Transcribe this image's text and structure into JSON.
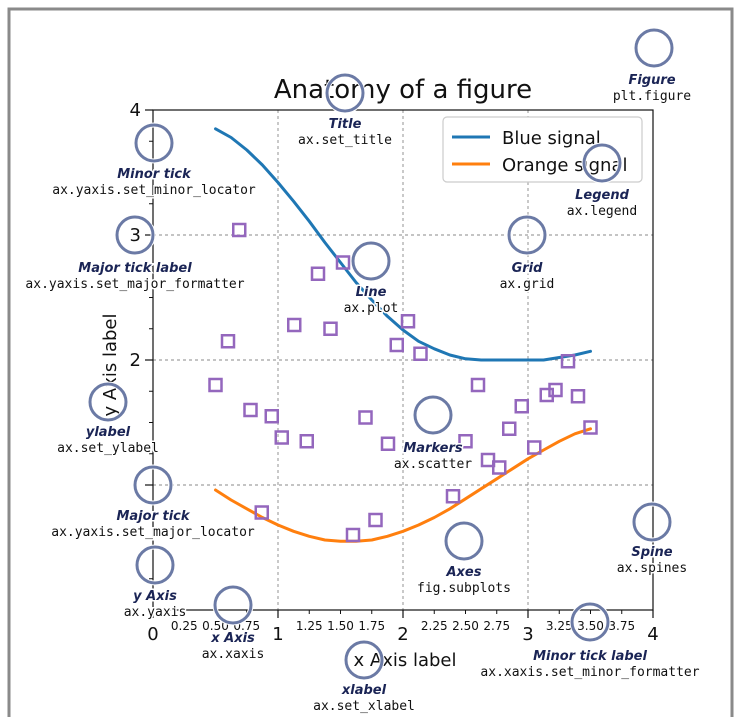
{
  "chart_data": {
    "type": "line",
    "title": "Anatomy of a figure",
    "xlabel": "x Axis label",
    "ylabel": "y Axis label",
    "xlim": [
      0,
      4
    ],
    "ylim": [
      0,
      4
    ],
    "grid": true,
    "legend_placement": "top-right",
    "major_ticks_x": [
      "0",
      "1",
      "2",
      "3",
      "4"
    ],
    "major_ticks_y": [
      "2",
      "3",
      "4"
    ],
    "minor_ticks_x": [
      "0.25",
      "0.50",
      "0.75",
      "1.25",
      "1.50",
      "1.75",
      "2.25",
      "2.50",
      "2.75",
      "3.25",
      "3.50",
      "3.75"
    ],
    "x": [
      0.5,
      0.625,
      0.75,
      0.875,
      1.0,
      1.125,
      1.25,
      1.375,
      1.5,
      1.625,
      1.75,
      1.875,
      2.0,
      2.125,
      2.25,
      2.375,
      2.5,
      2.625,
      2.75,
      2.875,
      3.0,
      3.125,
      3.25,
      3.375,
      3.5
    ],
    "series": [
      {
        "name": "Blue signal",
        "color": "#1f77b4",
        "values": [
          3.85,
          3.78,
          3.68,
          3.56,
          3.42,
          3.27,
          3.11,
          2.94,
          2.78,
          2.62,
          2.48,
          2.35,
          2.24,
          2.15,
          2.09,
          2.04,
          2.01,
          2.0,
          2.0,
          2.0,
          2.0,
          2.0,
          2.02,
          2.04,
          2.07
        ]
      },
      {
        "name": "Orange signal",
        "color": "#ff7f0e",
        "values": [
          0.96,
          0.88,
          0.81,
          0.74,
          0.68,
          0.63,
          0.59,
          0.56,
          0.55,
          0.55,
          0.56,
          0.59,
          0.63,
          0.68,
          0.74,
          0.81,
          0.89,
          0.97,
          1.05,
          1.13,
          1.21,
          1.28,
          1.35,
          1.41,
          1.45
        ]
      }
    ],
    "scatter": {
      "color": "#9467bd",
      "points": [
        [
          0.5,
          1.8
        ],
        [
          0.6,
          2.15
        ],
        [
          0.69,
          3.04
        ],
        [
          0.78,
          1.6
        ],
        [
          0.87,
          0.78
        ],
        [
          0.95,
          1.55
        ],
        [
          1.03,
          1.38
        ],
        [
          1.13,
          2.28
        ],
        [
          1.23,
          1.35
        ],
        [
          1.32,
          2.69
        ],
        [
          1.42,
          2.25
        ],
        [
          1.52,
          2.78
        ],
        [
          1.6,
          0.6
        ],
        [
          1.7,
          1.54
        ],
        [
          1.78,
          0.72
        ],
        [
          1.88,
          1.33
        ],
        [
          1.95,
          2.12
        ],
        [
          2.04,
          2.31
        ],
        [
          2.14,
          2.05
        ],
        [
          2.4,
          0.91
        ],
        [
          2.5,
          1.35
        ],
        [
          2.6,
          1.8
        ],
        [
          2.68,
          1.2
        ],
        [
          2.77,
          1.14
        ],
        [
          2.85,
          1.45
        ],
        [
          2.95,
          1.63
        ],
        [
          3.05,
          1.3
        ],
        [
          3.15,
          1.72
        ],
        [
          3.22,
          1.76
        ],
        [
          3.32,
          1.99
        ],
        [
          3.4,
          1.71
        ],
        [
          3.5,
          1.46
        ]
      ]
    }
  },
  "annotations": [
    {
      "key": "title",
      "label": "Title",
      "code": "ax.set_title"
    },
    {
      "key": "figure",
      "label": "Figure",
      "code": "plt.figure"
    },
    {
      "key": "legend",
      "label": "Legend",
      "code": "ax.legend"
    },
    {
      "key": "minor_tick",
      "label": "Minor tick",
      "code": "ax.yaxis.set_minor_locator"
    },
    {
      "key": "major_tick_label",
      "label": "Major tick label",
      "code": "ax.yaxis.set_major_formatter"
    },
    {
      "key": "grid",
      "label": "Grid",
      "code": "ax.grid"
    },
    {
      "key": "line",
      "label": "Line",
      "code": "ax.plot"
    },
    {
      "key": "ylabel",
      "label": "ylabel",
      "code": "ax.set_ylabel"
    },
    {
      "key": "markers",
      "label": "Markers",
      "code": "ax.scatter"
    },
    {
      "key": "major_tick",
      "label": "Major tick",
      "code": "ax.yaxis.set_major_locator"
    },
    {
      "key": "axes",
      "label": "Axes",
      "code": "fig.subplots"
    },
    {
      "key": "spine",
      "label": "Spine",
      "code": "ax.spines"
    },
    {
      "key": "y_axis",
      "label": "y Axis",
      "code": "ax.yaxis"
    },
    {
      "key": "x_axis",
      "label": "x Axis",
      "code": "ax.xaxis"
    },
    {
      "key": "minor_tick_label",
      "label": "Minor tick label",
      "code": "ax.xaxis.set_minor_formatter"
    },
    {
      "key": "xlabel",
      "label": "xlabel",
      "code": "ax.set_xlabel"
    }
  ]
}
